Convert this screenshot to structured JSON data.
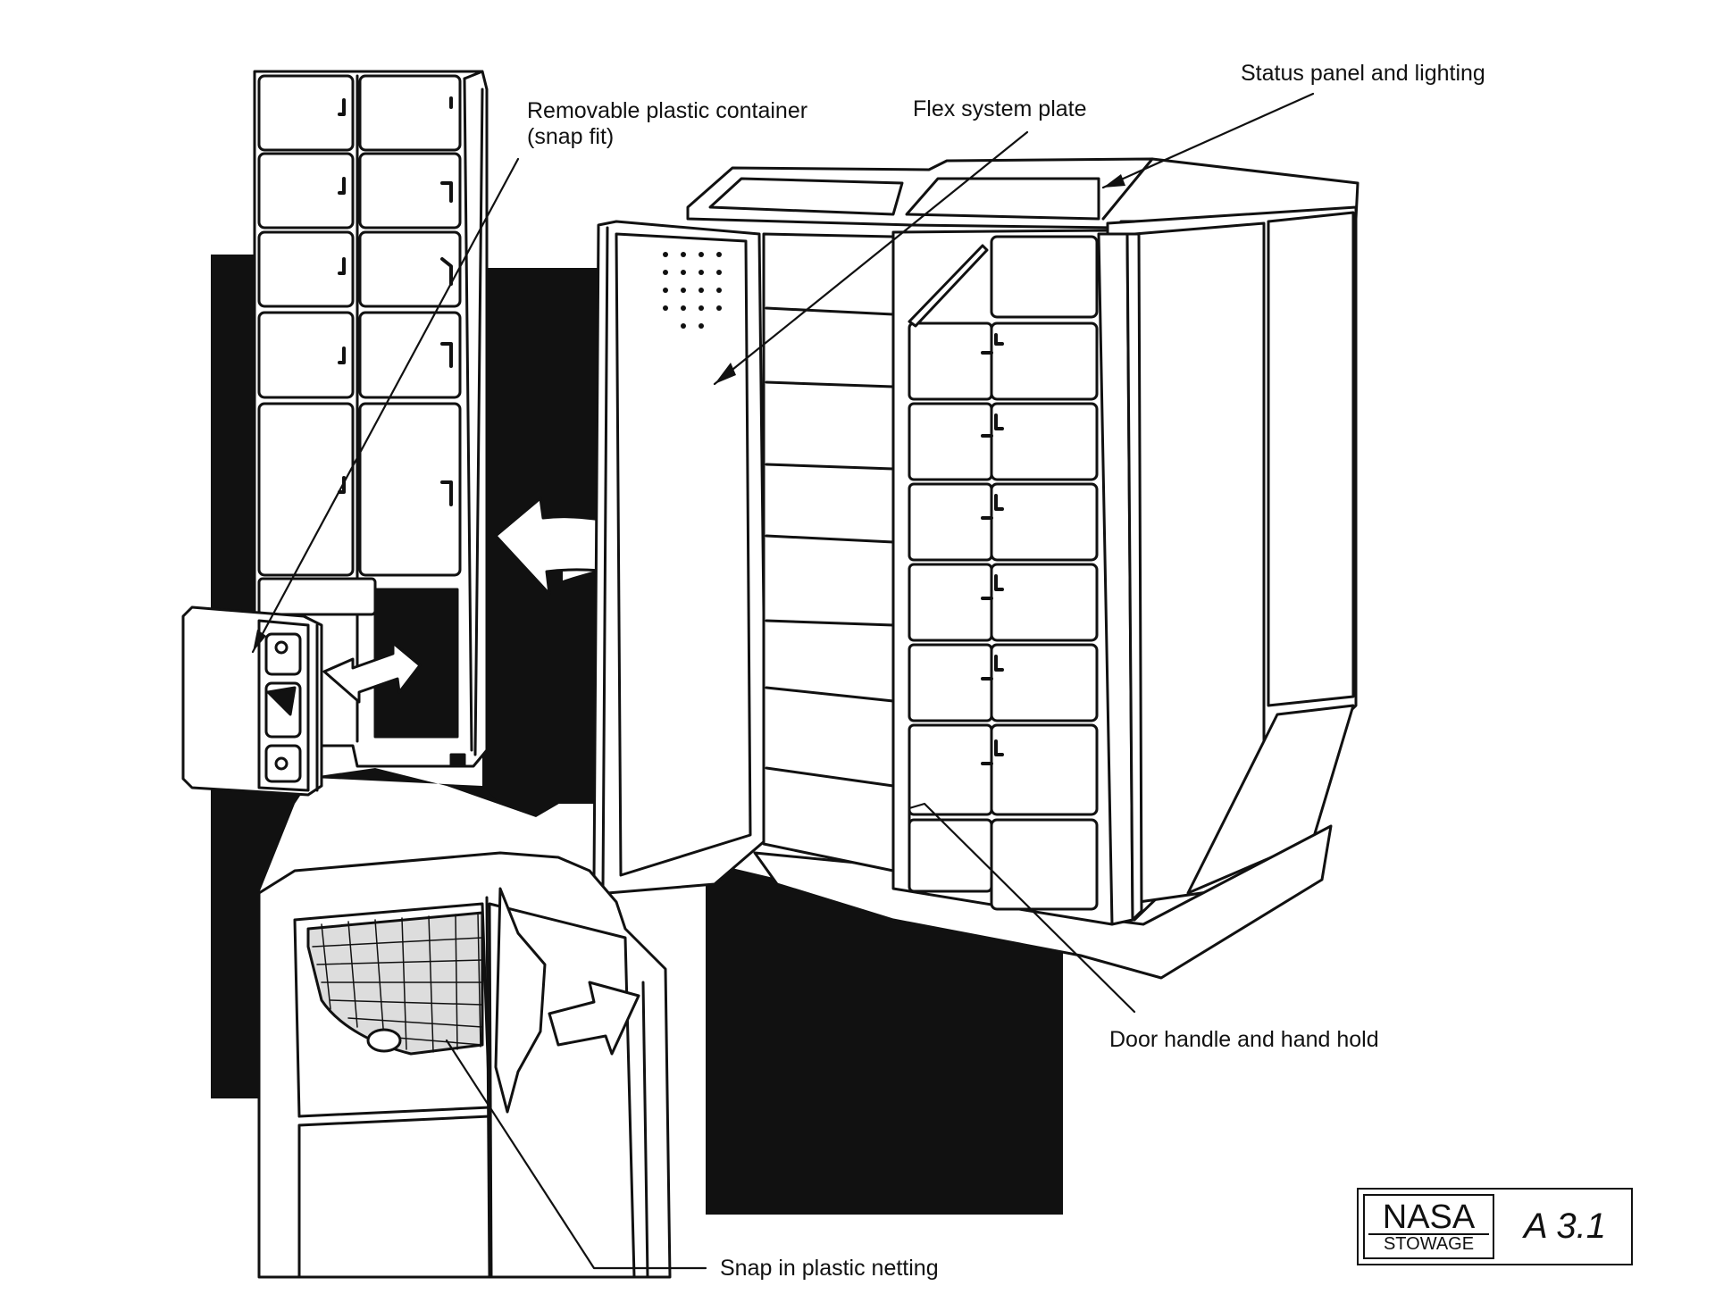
{
  "labels": {
    "removable_line1": "Removable plastic container",
    "removable_line2": "(snap fit)",
    "flex_plate": "Flex system plate",
    "status_panel": "Status panel and lighting",
    "door_handle": "Door handle and hand hold",
    "netting": "Snap in plastic netting"
  },
  "title_block": {
    "agency": "NASA",
    "category": "STOWAGE",
    "code": "A 3.1"
  },
  "colors": {
    "ink": "#111111",
    "paper": "#ffffff"
  }
}
